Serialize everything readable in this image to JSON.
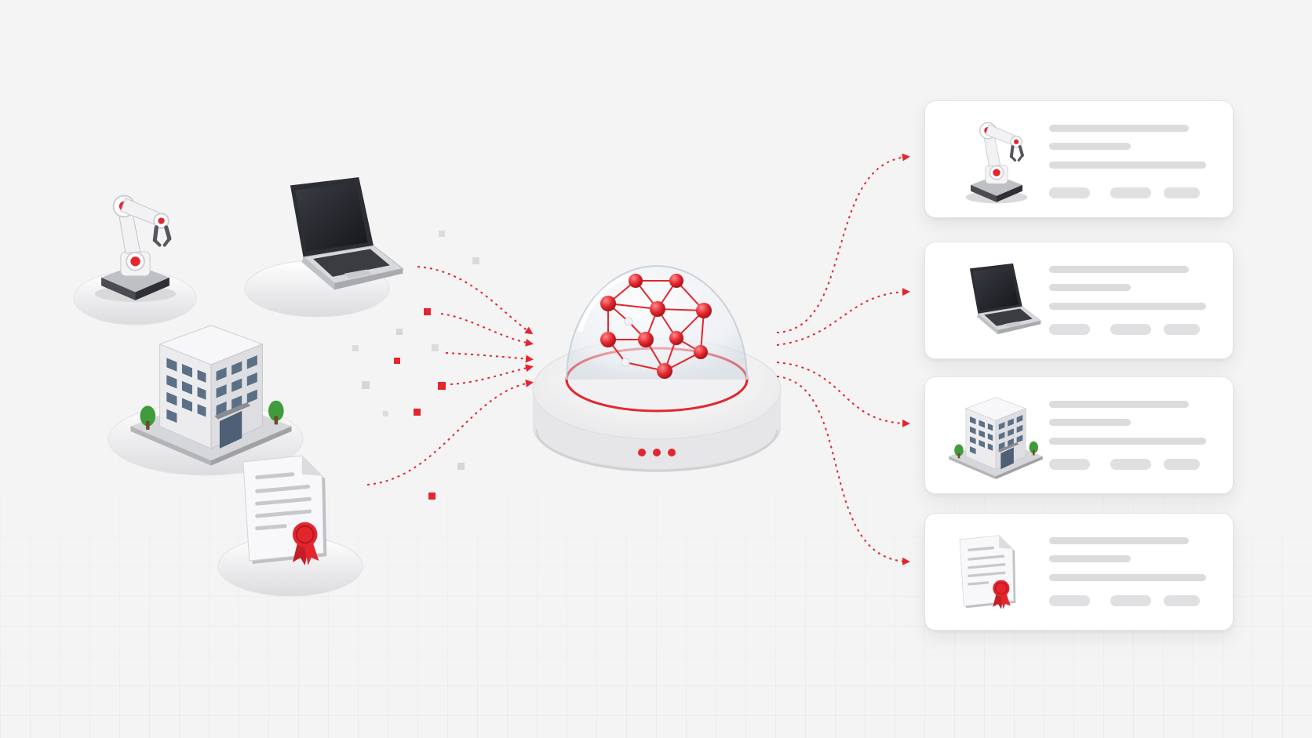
{
  "diagram": {
    "layout": "sources-to-hub-to-cards",
    "accent_color": "#e3262e",
    "sources": [
      {
        "id": "robot-arm",
        "icon": "robot-arm-icon"
      },
      {
        "id": "laptop",
        "icon": "laptop-icon"
      },
      {
        "id": "building",
        "icon": "building-icon"
      },
      {
        "id": "certificate",
        "icon": "certificate-icon"
      }
    ],
    "hub": {
      "icon": "network-dome-icon",
      "indicator_dots": 3
    },
    "outputs": [
      {
        "id": "robot-arm-card",
        "icon": "robot-arm-icon",
        "text_lines": 3,
        "chips": 3
      },
      {
        "id": "laptop-card",
        "icon": "laptop-icon",
        "text_lines": 3,
        "chips": 3
      },
      {
        "id": "building-card",
        "icon": "building-icon",
        "text_lines": 3,
        "chips": 3
      },
      {
        "id": "certificate-card",
        "icon": "certificate-icon",
        "text_lines": 3,
        "chips": 3
      }
    ]
  }
}
